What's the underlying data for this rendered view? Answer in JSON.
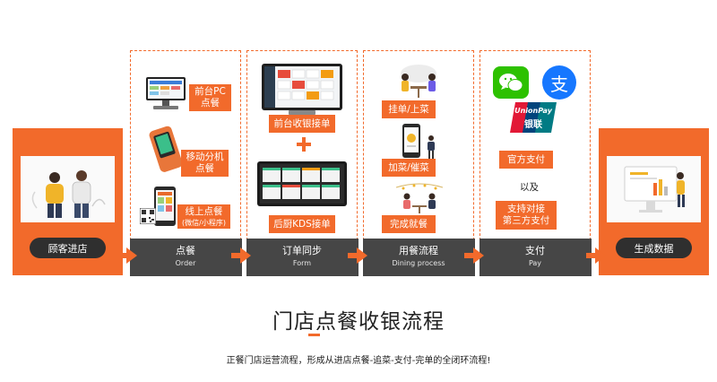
{
  "left_box": {
    "label": "顾客进店"
  },
  "right_box": {
    "label": "生成数据"
  },
  "columns": [
    {
      "zh": "点餐",
      "en": "Order"
    },
    {
      "zh": "订单同步",
      "en": "Form"
    },
    {
      "zh": "用餐流程",
      "en": "Dining process"
    },
    {
      "zh": "支付",
      "en": "Pay"
    }
  ],
  "order_tags": [
    {
      "line1": "前台PC",
      "line2": "点餐"
    },
    {
      "line1": "移动分机",
      "line2": "点餐"
    },
    {
      "line1": "线上点餐",
      "line2": "(微信/小程序)"
    }
  ],
  "form_tags": [
    "前台收银接单",
    "后厨KDS接单"
  ],
  "dining_tags": [
    "挂单/上菜",
    "加菜/催菜",
    "完成就餐"
  ],
  "pay": {
    "official": "官方支付",
    "and": "以及",
    "third_line1": "支持对接",
    "third_line2": "第三方支付",
    "unionpay_en": "UnionPay",
    "unionpay_zh": "银联",
    "alipay_glyph": "支"
  },
  "title": "门店点餐收银流程",
  "subtitle": "正餐门店运营流程，形成从进店点餐-追菜-支付-完单的全闭环流程!",
  "colors": {
    "accent": "#f26a2b",
    "band": "#464646",
    "pill": "#2f2f2f"
  }
}
